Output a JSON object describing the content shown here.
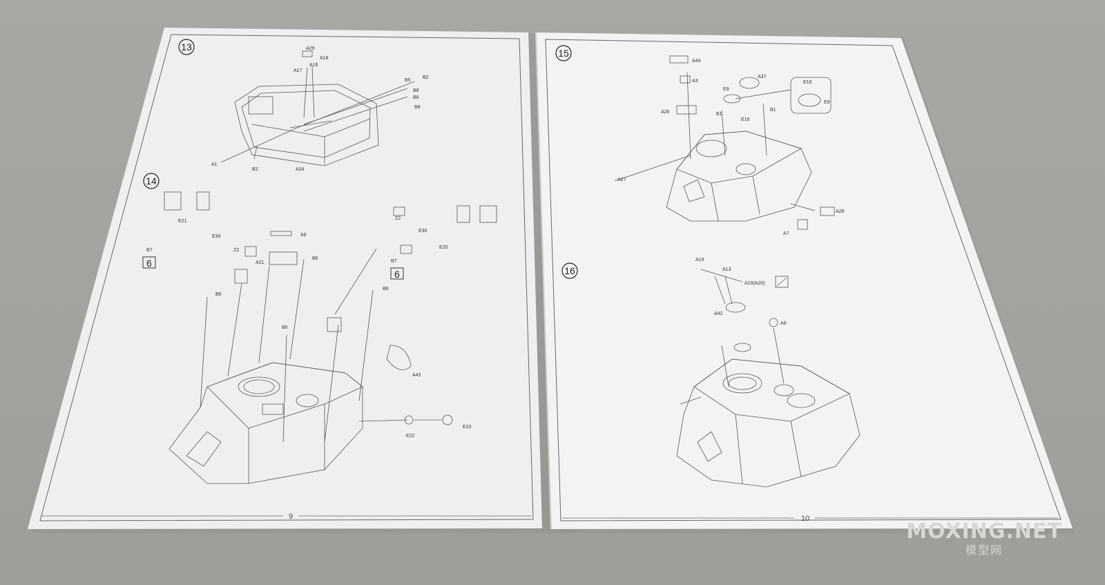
{
  "left_page": {
    "page_number": "9",
    "steps": [
      {
        "number": "13",
        "labels": [
          "A29",
          "A18",
          "A17",
          "A16",
          "B5",
          "B2",
          "B8",
          "B8",
          "B8",
          "A1",
          "B2",
          "A34"
        ]
      },
      {
        "number": "14",
        "labels": [
          "E21",
          "E34",
          "B7",
          "Z2",
          "A21",
          "A8",
          "B6",
          "B6",
          "B6",
          "Z2",
          "E30",
          "E20",
          "B7",
          "B6",
          "A43",
          "E22",
          "E23"
        ],
        "badges": [
          "6",
          "6"
        ]
      }
    ]
  },
  "right_page": {
    "page_number": "10",
    "steps": [
      {
        "number": "15",
        "labels": [
          "A44",
          "A3",
          "A37",
          "E16",
          "E9",
          "E9",
          "B1",
          "B1",
          "E16",
          "A26",
          "A27",
          "A28",
          "A7"
        ]
      },
      {
        "number": "16",
        "labels": [
          "A19",
          "A13",
          "A19(A20)",
          "A42",
          "A6"
        ]
      }
    ]
  },
  "watermark": {
    "main": "MOXING.NET",
    "sub": "模型网"
  },
  "colors": {
    "background": "#a6a4a0",
    "paper": "#f1f1f1",
    "line": "#555555"
  }
}
